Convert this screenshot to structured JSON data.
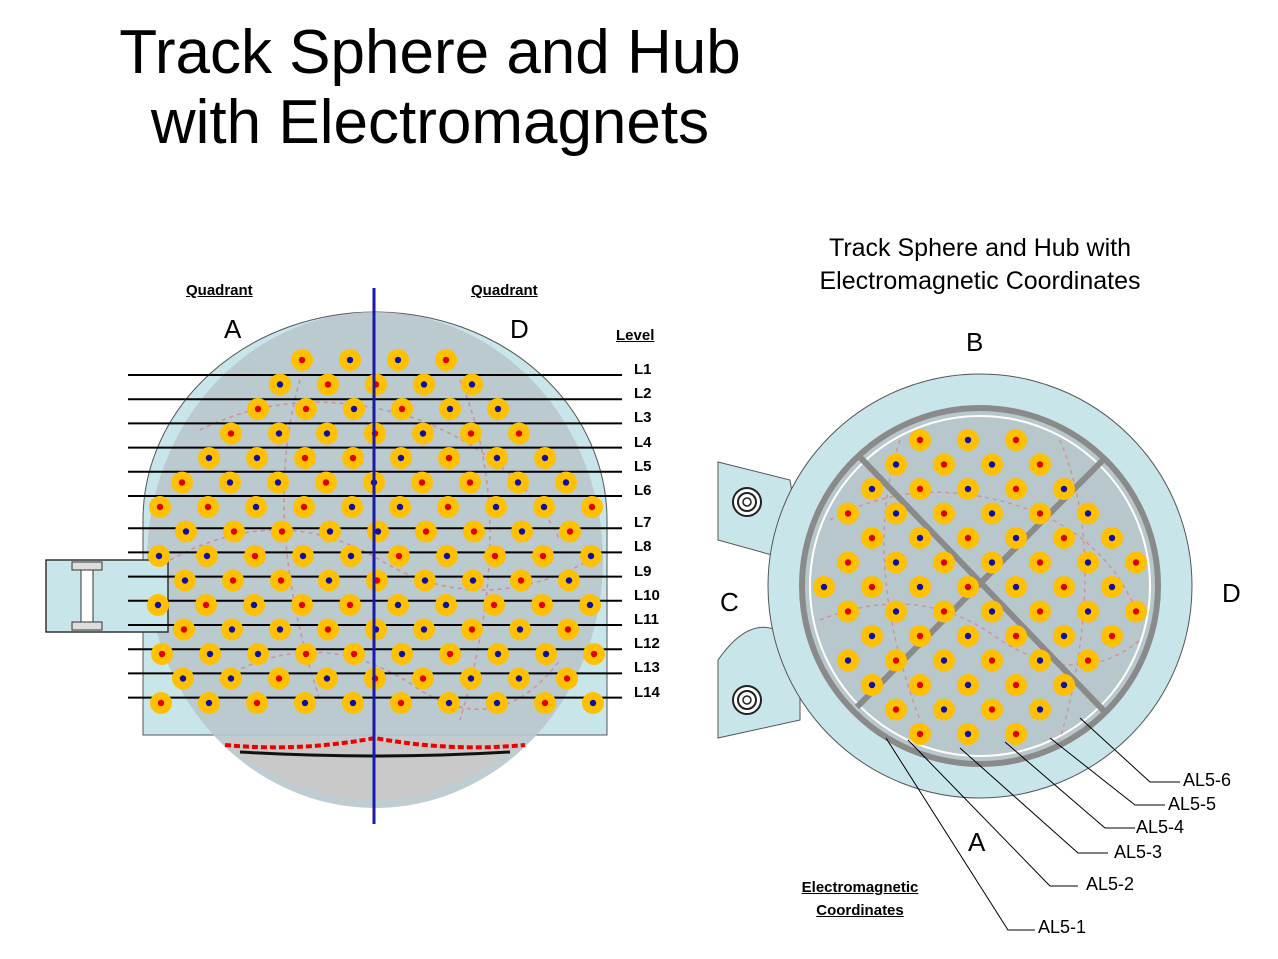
{
  "title_line1": "Track Sphere and Hub",
  "title_line2": "with Electromagnets",
  "left_diagram": {
    "quadrant_label_left": "Quadrant",
    "quadrant_label_right": "Quadrant",
    "quadrant_left_letter": "A",
    "quadrant_right_letter": "D",
    "level_heading": "Level",
    "levels": [
      "L1",
      "L2",
      "L3",
      "L4",
      "L5",
      "L6",
      "L7",
      "L8",
      "L9",
      "L10",
      "L11",
      "L12",
      "L13",
      "L14"
    ]
  },
  "right_diagram": {
    "subtitle_line1": "Track Sphere and Hub with",
    "subtitle_line2": "Electromagnetic Coordinates",
    "quadrant_top": "B",
    "quadrant_left": "C",
    "quadrant_right": "D",
    "quadrant_bottom": "A",
    "coordinates": [
      "AL5-1",
      "AL5-2",
      "AL5-3",
      "AL5-4",
      "AL5-5",
      "AL5-6"
    ],
    "footer_line1": "Electromagnetic",
    "footer_line2": "Coordinates"
  },
  "colors": {
    "hub_fill": "#c8e6ea",
    "sphere_fill": "#b8c7cc",
    "magnet_ring": "#ffc000",
    "dot_red": "#e00000",
    "dot_blue": "#1010a0",
    "axis_line": "#1a1aaa",
    "ring_gray": "#8a8a8a"
  }
}
